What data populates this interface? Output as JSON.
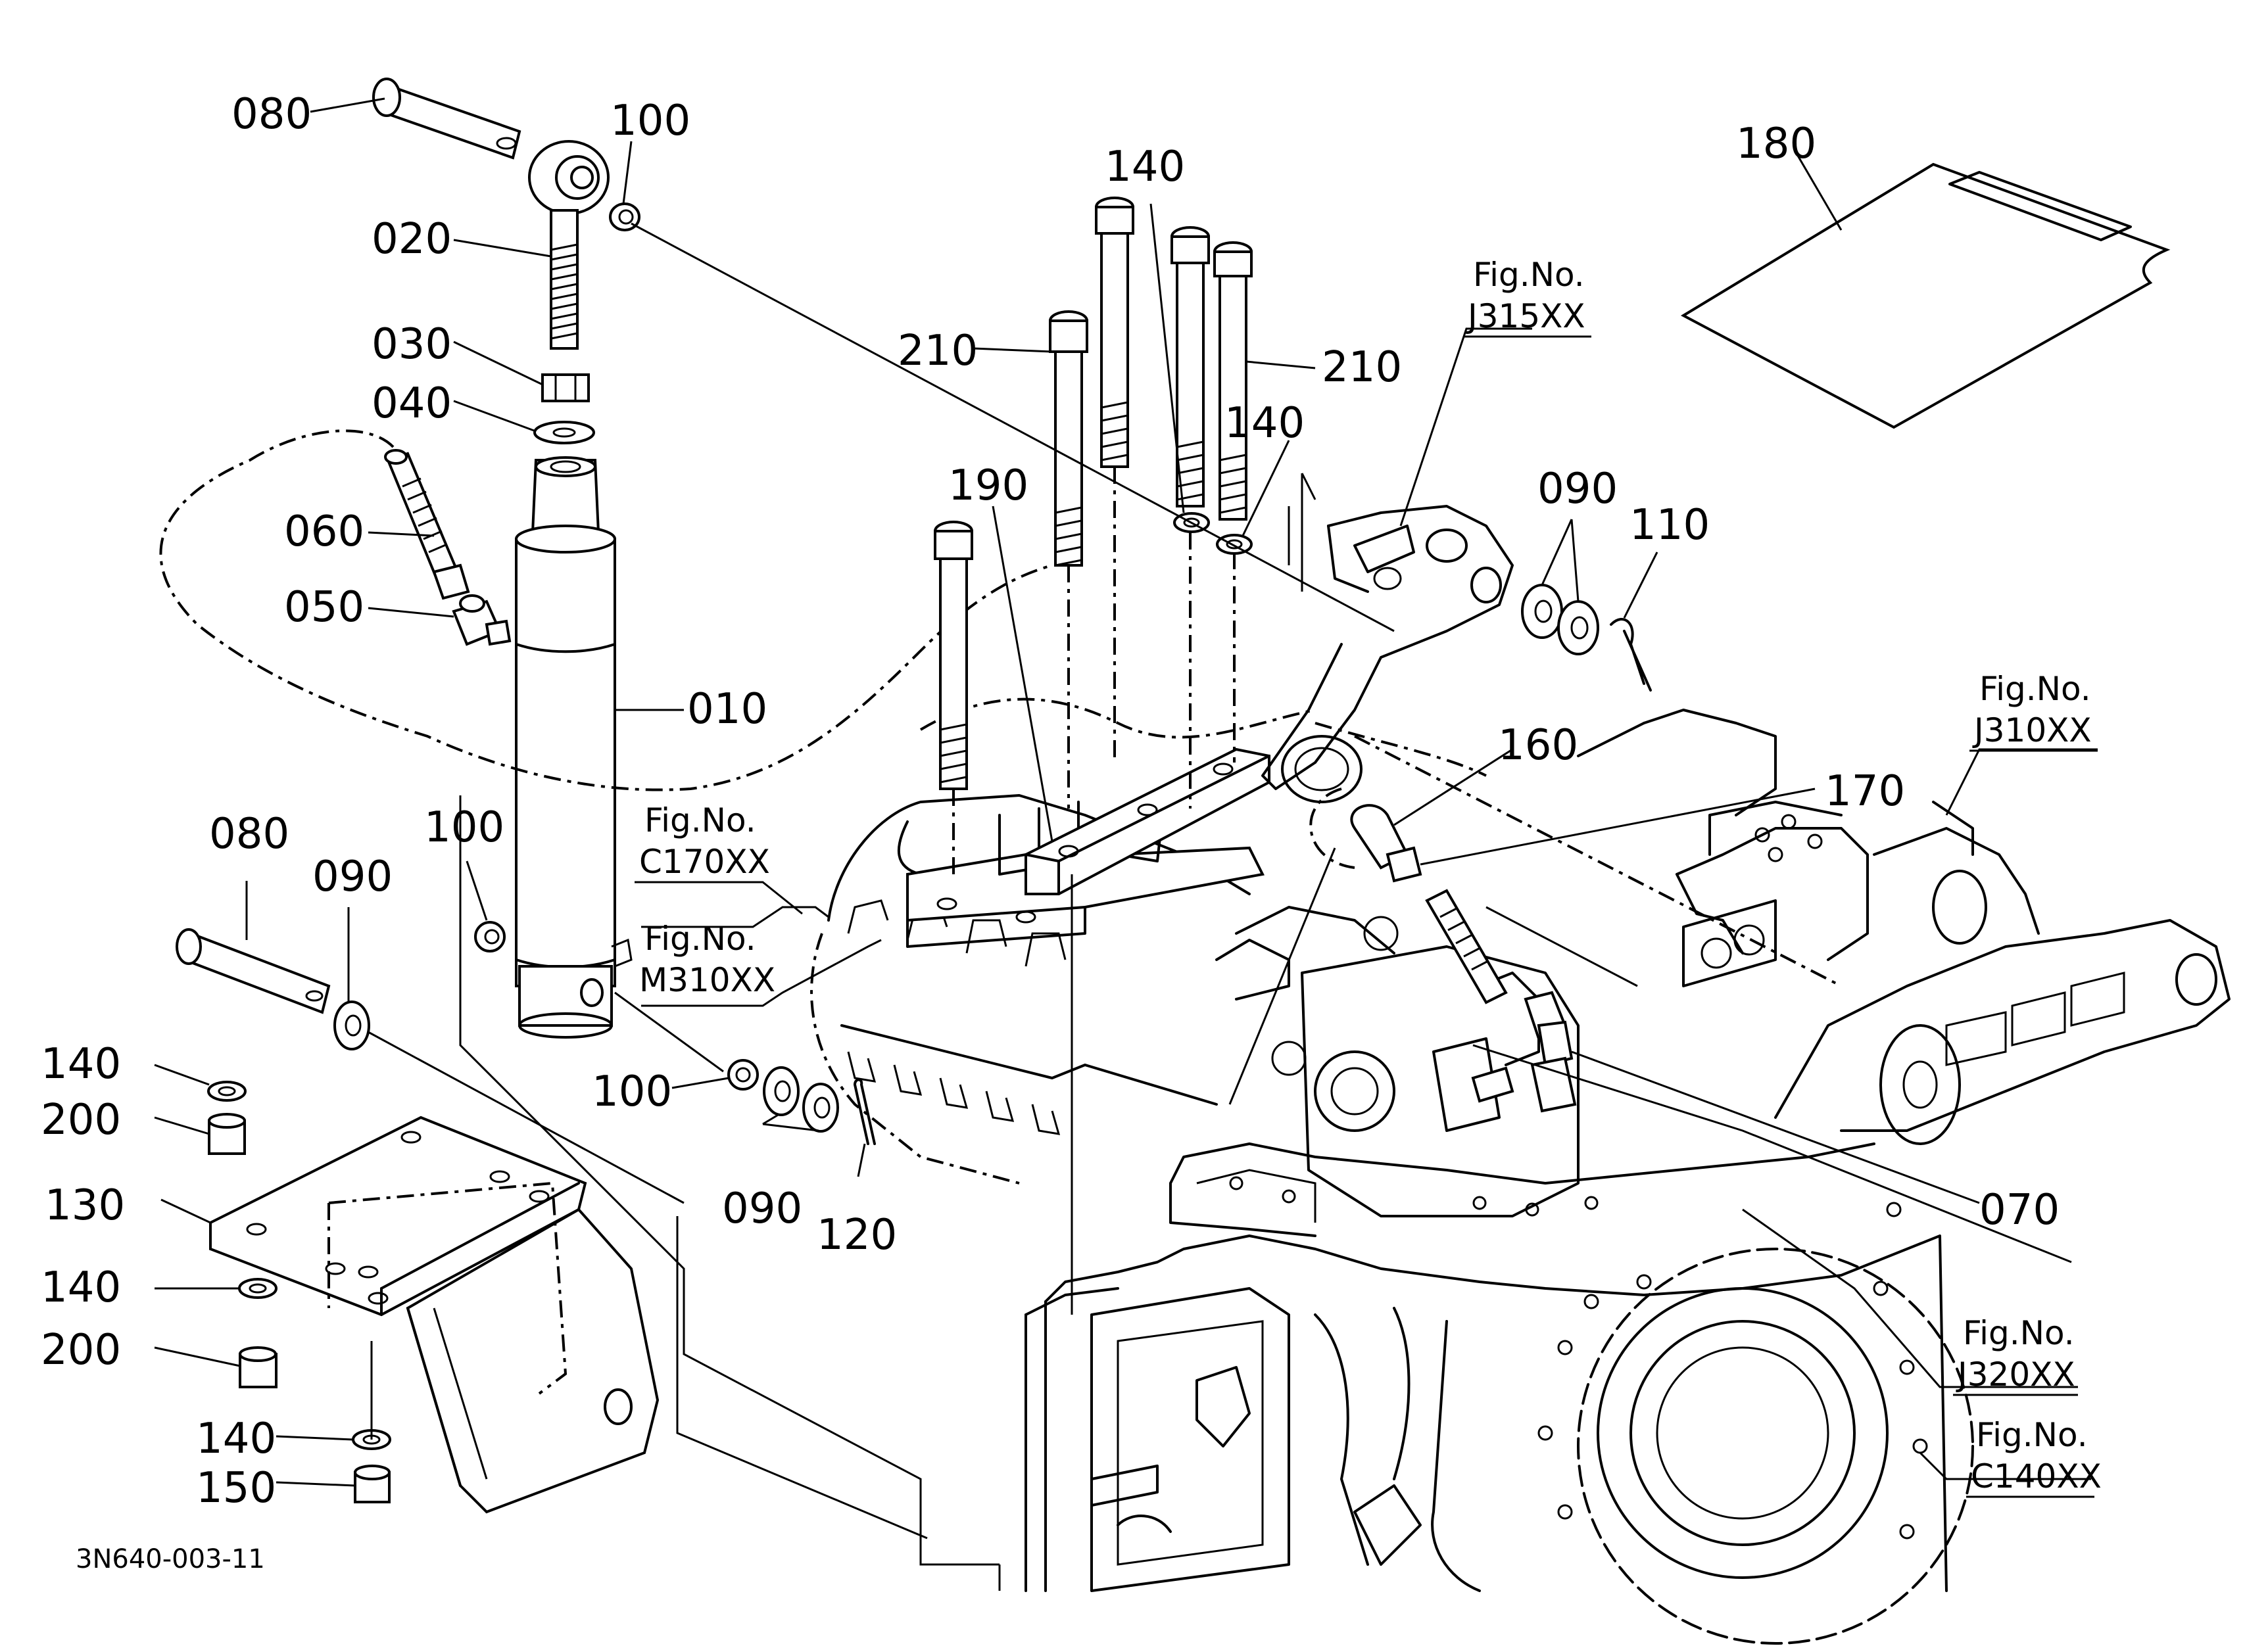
{
  "diagram": {
    "code": "3N640-003-11",
    "callouts": {
      "c080a": "080",
      "c100a": "100",
      "c020": "020",
      "c030": "030",
      "c040": "040",
      "c060": "060",
      "c050": "050",
      "c010": "010",
      "c080b": "080",
      "c090a": "090",
      "c100b": "100",
      "c140a": "140",
      "c200a": "200",
      "c130": "130",
      "c140b": "140",
      "c200b": "200",
      "c140c": "140",
      "c150": "150",
      "c100c": "100",
      "c090b": "090",
      "c120": "120",
      "c140d": "140",
      "c210a": "210",
      "c210b": "210",
      "c140e": "140",
      "c190": "190",
      "c090c": "090",
      "c110": "110",
      "c160": "160",
      "c170": "170",
      "c070": "070",
      "c180": "180"
    },
    "figrefs": {
      "j315": {
        "label": "Fig.No.",
        "code": "J315XX"
      },
      "j310": {
        "label": "Fig.No.",
        "code": "J310XX"
      },
      "c170": {
        "label": "Fig.No.",
        "code": "C170XX"
      },
      "m310": {
        "label": "Fig.No.",
        "code": "M310XX"
      },
      "j320": {
        "label": "Fig.No.",
        "code": "J320XX"
      },
      "c140": {
        "label": "Fig.No.",
        "code": "C140XX"
      }
    }
  }
}
